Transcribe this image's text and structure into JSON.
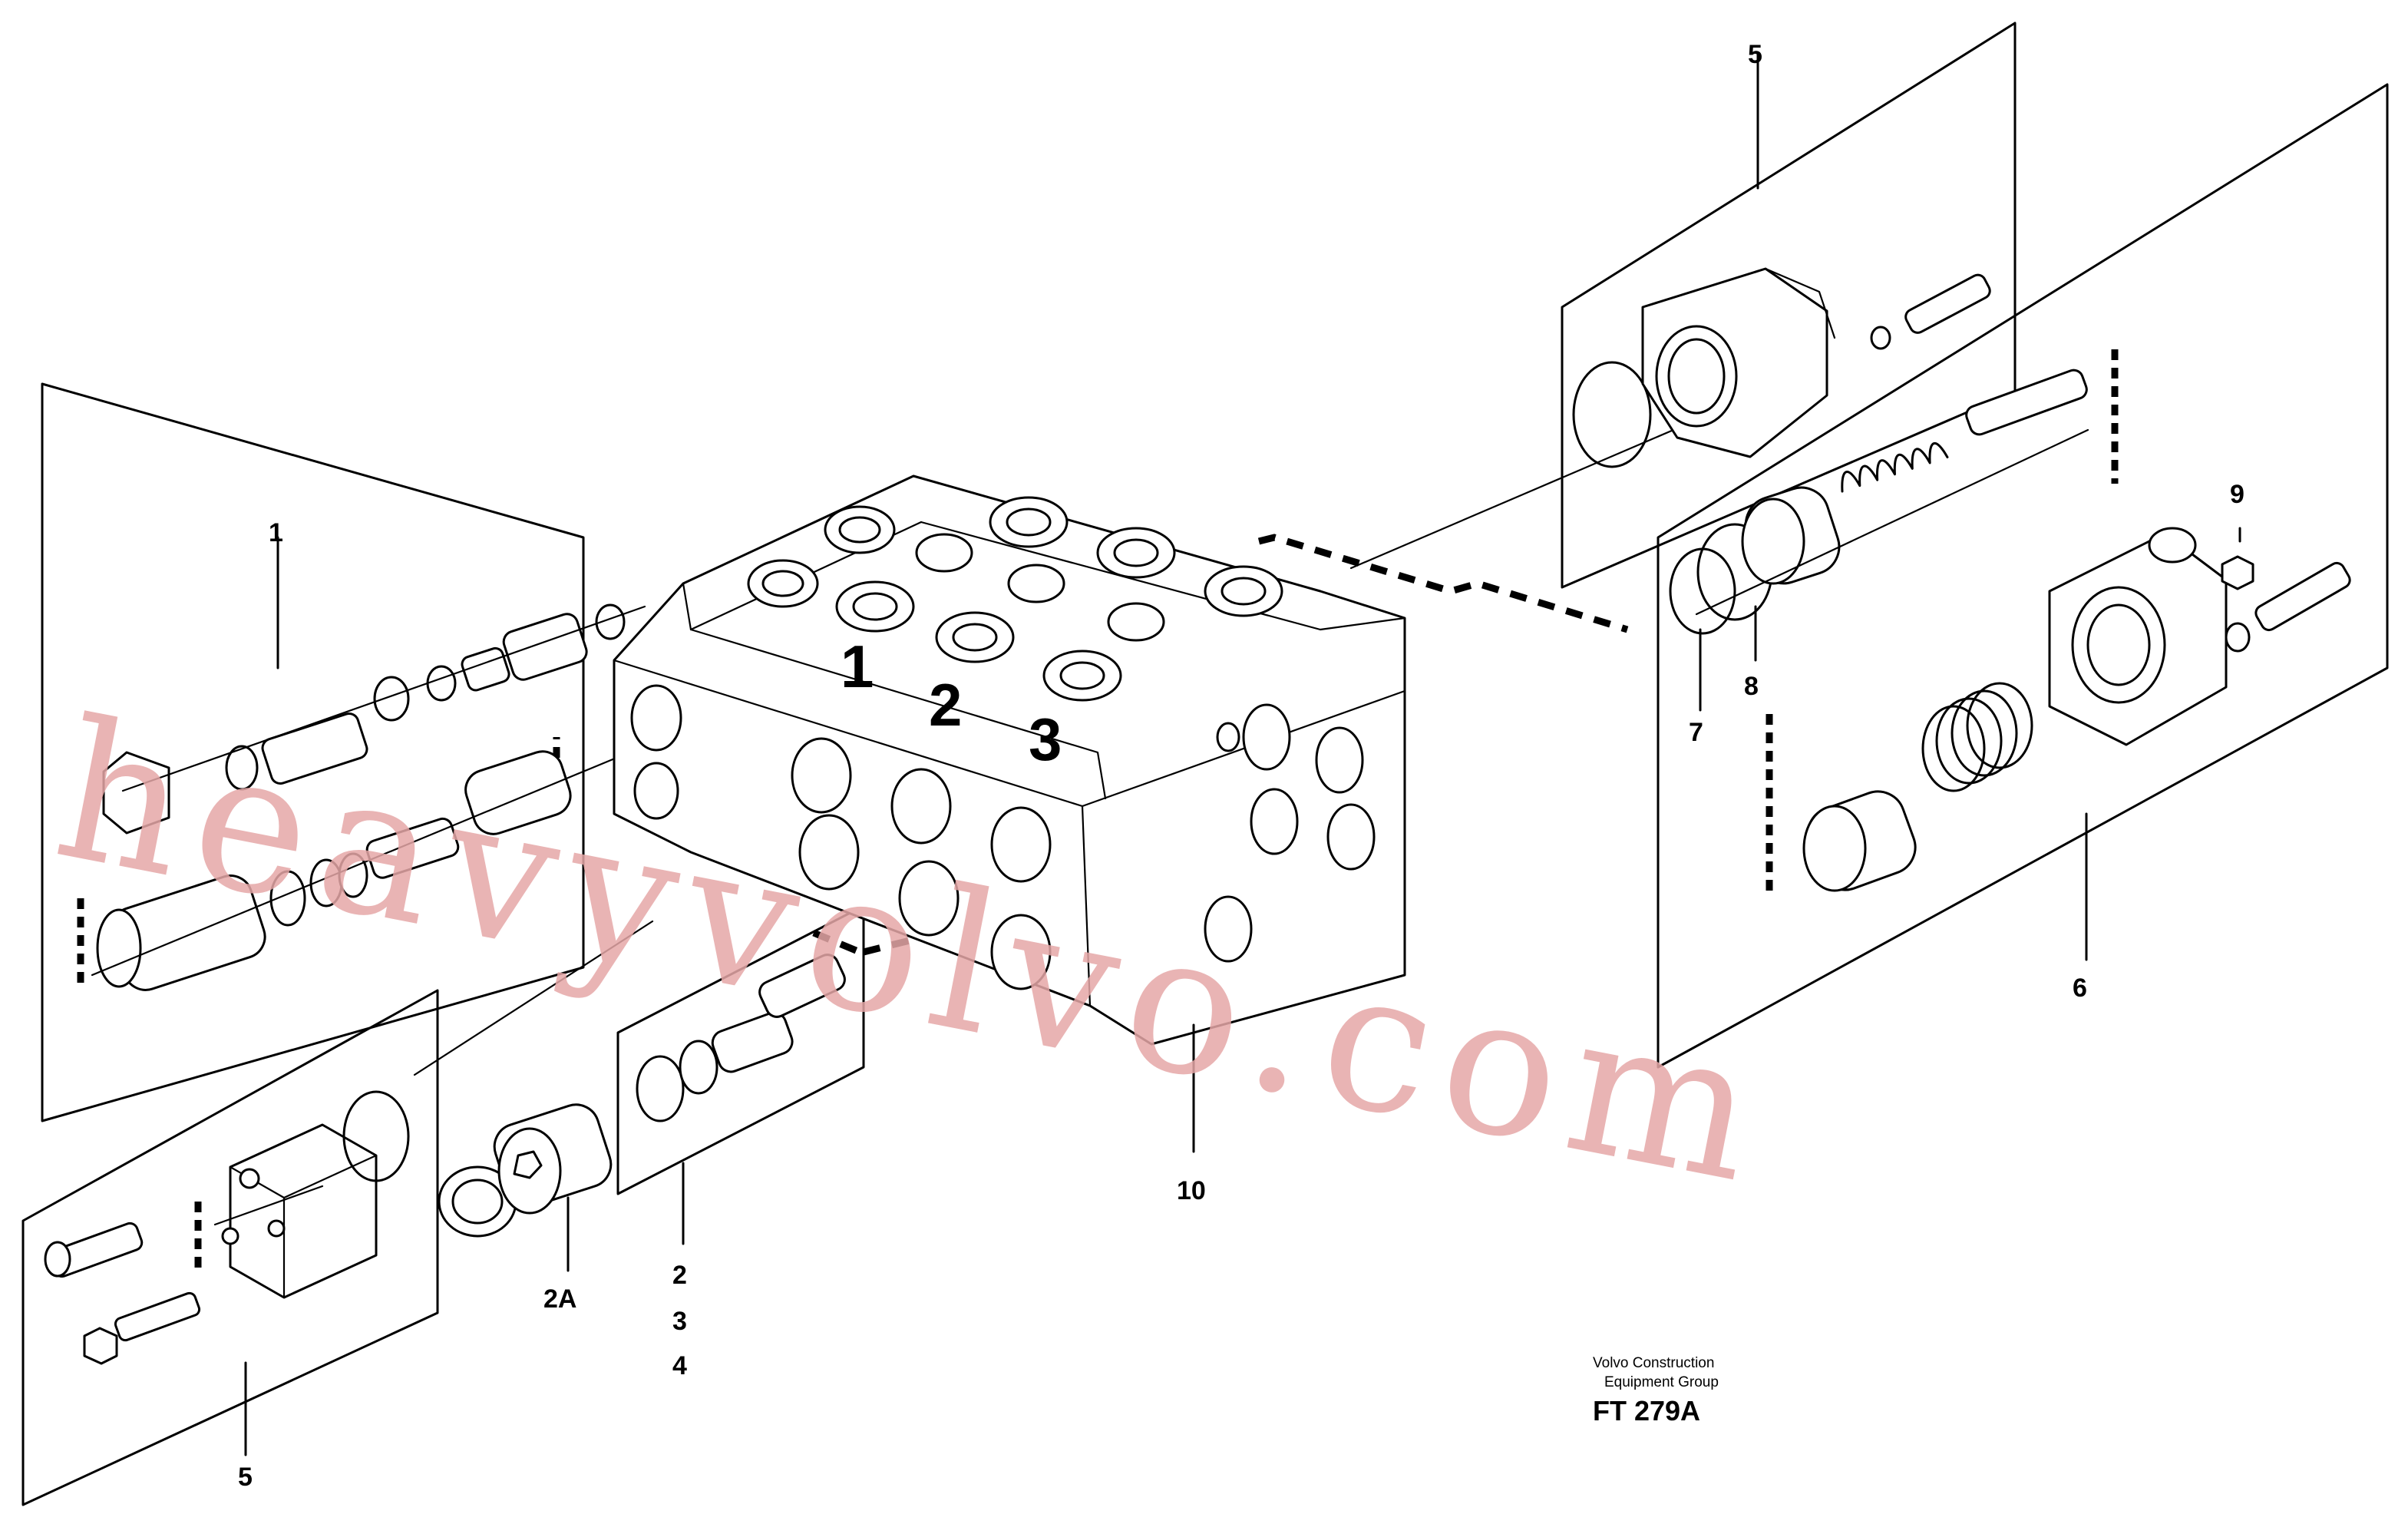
{
  "callouts": {
    "c1": "1",
    "c2": "2",
    "c2a": "2A",
    "c3": "3",
    "c4": "4",
    "c5_top": "5",
    "c5_bottom": "5",
    "c6": "6",
    "c7": "7",
    "c8": "8",
    "c9": "9",
    "c10": "10"
  },
  "valve_sections": [
    "1",
    "2",
    "3"
  ],
  "footer": {
    "line1": "Volvo Construction",
    "line2": "Equipment Group",
    "code": "FT 279A"
  },
  "watermark": "heavyvolvo.com",
  "colors": {
    "line": "#000000",
    "watermark": "#e6a7a7",
    "background": "#ffffff"
  }
}
